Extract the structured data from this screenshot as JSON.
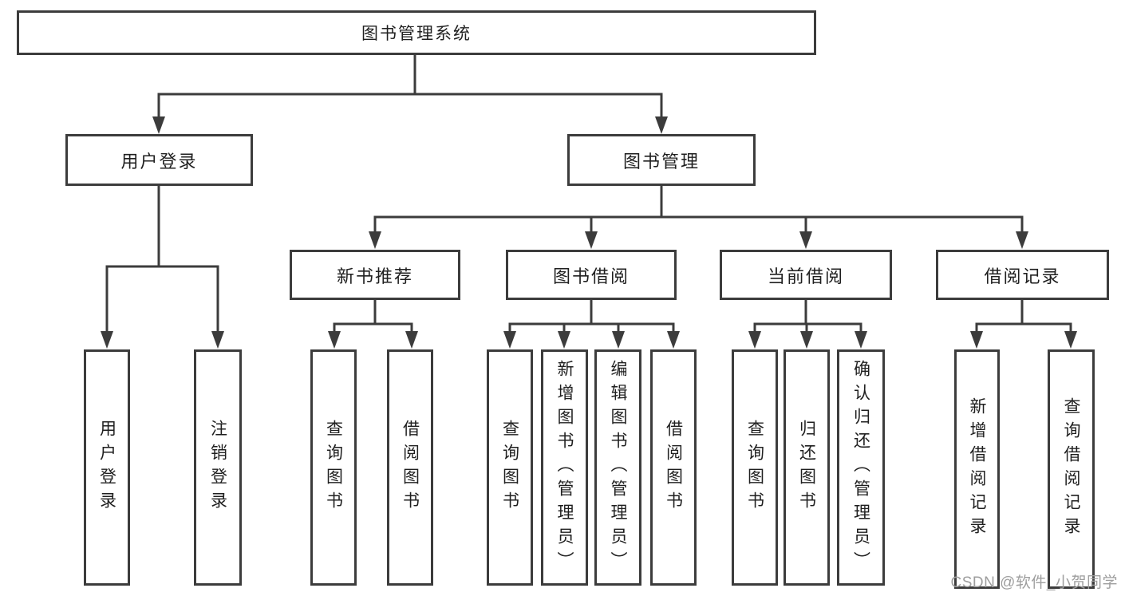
{
  "title": "图书管理系统",
  "watermark": "CSDN @软件_小贺同学",
  "level2": [
    {
      "label": "用户登录"
    },
    {
      "label": "图书管理"
    }
  ],
  "level3": [
    {
      "label": "新书推荐"
    },
    {
      "label": "图书借阅"
    },
    {
      "label": "当前借阅"
    },
    {
      "label": "借阅记录"
    }
  ],
  "leaves": {
    "user_login": [
      "用户登录",
      "注销登录"
    ],
    "new_book": [
      "查询图书",
      "借阅图书"
    ],
    "borrow": [
      "查询图书",
      "新增图书（管理员）",
      "编辑图书（管理员）",
      "借阅图书"
    ],
    "current": [
      "查询图书",
      "归还图书",
      "确认归还（管理员）"
    ],
    "records": [
      "新增借阅记录",
      "查询借阅记录"
    ]
  },
  "colors": {
    "line": "#3c3c3c",
    "text": "#1f1f1f",
    "watermark": "#9e9e9e",
    "background": "#ffffff"
  }
}
